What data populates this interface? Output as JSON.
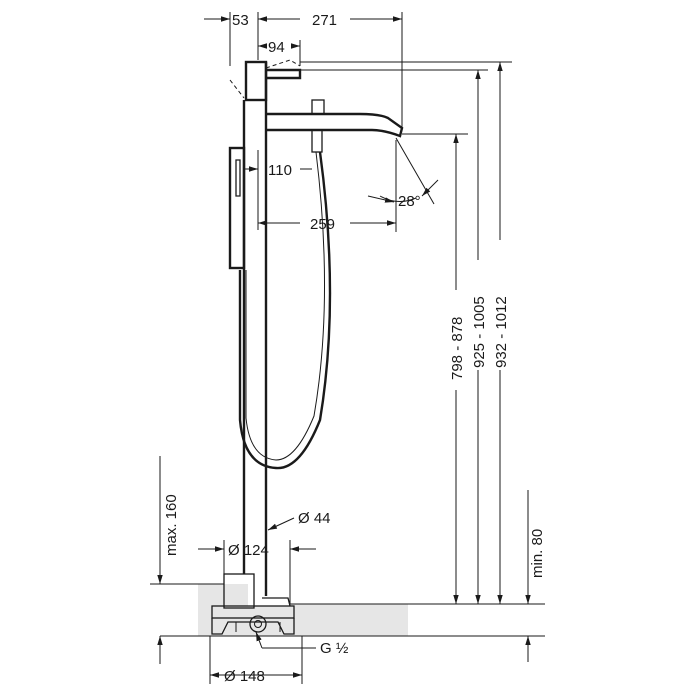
{
  "drawing": {
    "dimensions": {
      "top_53": "53",
      "top_271": "271",
      "top_94": "94",
      "mid_110": "110",
      "mid_259": "259",
      "angle_28": "28°",
      "v_798_878": "798 - 878",
      "v_925_1005": "925 - 1005",
      "v_932_1012": "932 - 1012",
      "max_160": "max. 160",
      "min_80": "min. 80",
      "dia_44": "Ø 44",
      "dia_124": "Ø 124",
      "dia_148": "Ø 148",
      "thread_g12": "G ½"
    },
    "colors": {
      "line": "#1a1a1a",
      "floor": "#e6e6e6"
    }
  }
}
